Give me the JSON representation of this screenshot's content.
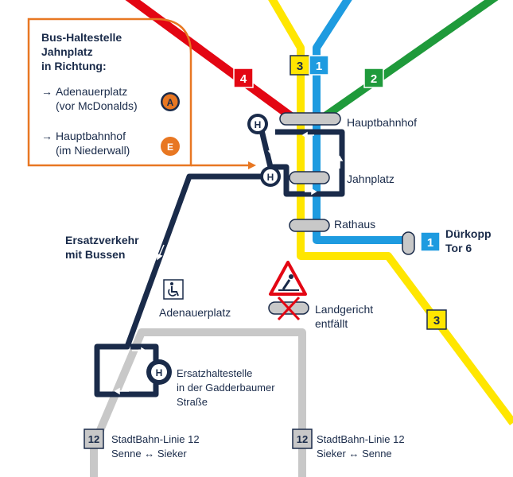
{
  "colors": {
    "line4": "#e30613",
    "line3": "#ffe600",
    "line1": "#1e9be0",
    "line2": "#1f9a3b",
    "line12": "#c8c8c8",
    "bus": "#1a2b4a",
    "orange": "#e87722",
    "stop_fill": "#c8c8c8"
  },
  "info_box": {
    "title_lines": [
      "Bus-Haltestelle",
      "Jahnplatz",
      "in Richtung:"
    ],
    "dest_a": {
      "arrow": "→",
      "line1": "Adenauerplatz",
      "line2": "(vor McDonalds)",
      "badge": "A"
    },
    "dest_e": {
      "arrow": "→",
      "line1": "Hauptbahnhof",
      "line2": "(im Niederwall)",
      "badge": "E"
    }
  },
  "line_badges": {
    "l4": "4",
    "l3": "3",
    "l1": "1",
    "l2": "2",
    "l3b": "3",
    "l1b": "1",
    "l12a": "12",
    "l12b": "12"
  },
  "stations": {
    "hauptbahnhof": "Hauptbahnhof",
    "jahnplatz": "Jahnplatz",
    "rathaus": "Rathaus",
    "duerkopp_1": "Dürkopp",
    "duerkopp_2": "Tor 6",
    "adenauerplatz": "Adenauerplatz",
    "landgericht_1": "Landgericht",
    "landgericht_2": "entfällt"
  },
  "bus_label": [
    "Ersatzverkehr",
    "mit Bussen"
  ],
  "bus_symbol": "H",
  "ersatz": [
    "Ersatzhaltestelle",
    "in der Gadderbaumer",
    "Straße"
  ],
  "line12_left": [
    "StadtBahn-Linie 12",
    "Senne ↔ Sieker"
  ],
  "line12_right": [
    "StadtBahn-Linie 12",
    "Sieker ↔ Senne"
  ],
  "icons": [
    "wheelchair-icon",
    "roadworks-warning-icon",
    "bus-stop-icon"
  ]
}
